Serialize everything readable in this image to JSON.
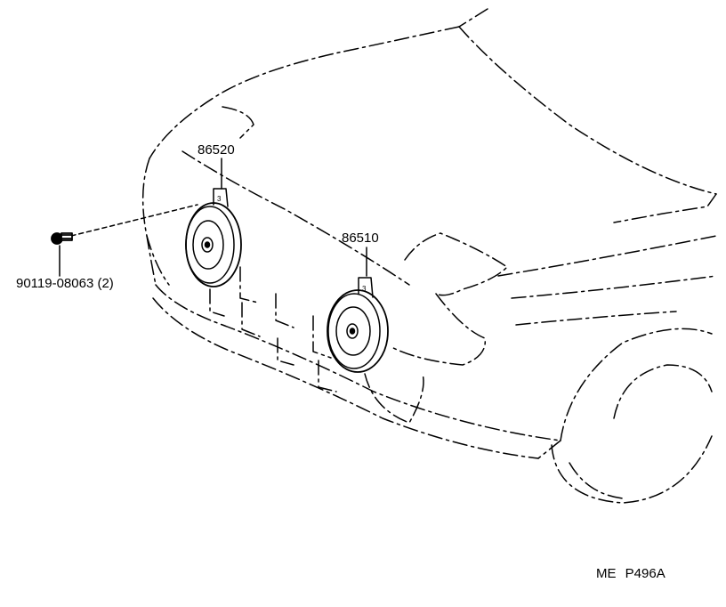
{
  "diagram": {
    "parts": [
      {
        "part_number": "86520",
        "component": "horn-left"
      },
      {
        "part_number": "86510",
        "component": "horn-right"
      },
      {
        "part_number": "90119-08063 (2)",
        "component": "bolt"
      }
    ],
    "reference_code": "ME  P496A"
  }
}
